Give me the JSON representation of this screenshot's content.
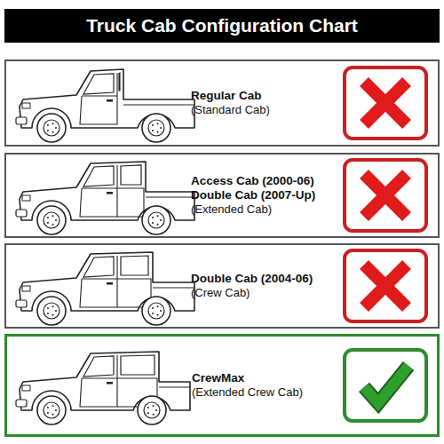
{
  "diagram": {
    "title": "Truck Cab Configuration Chart",
    "nodes": [
      {
        "text": [
          "Regular Cab",
          "(Standard Cab)"
        ]
      },
      {
        "text": [
          "Access Cab (2000-06)",
          "Double Cab (2007-Up)",
          "(Extended Cab)"
        ]
      },
      {
        "text": [
          "Double Cab (2004-06)",
          "(Crew Cab)"
        ]
      },
      {
        "text": [
          "CrewMax",
          "(Extended Crew Cab)"
        ]
      }
    ]
  }
}
